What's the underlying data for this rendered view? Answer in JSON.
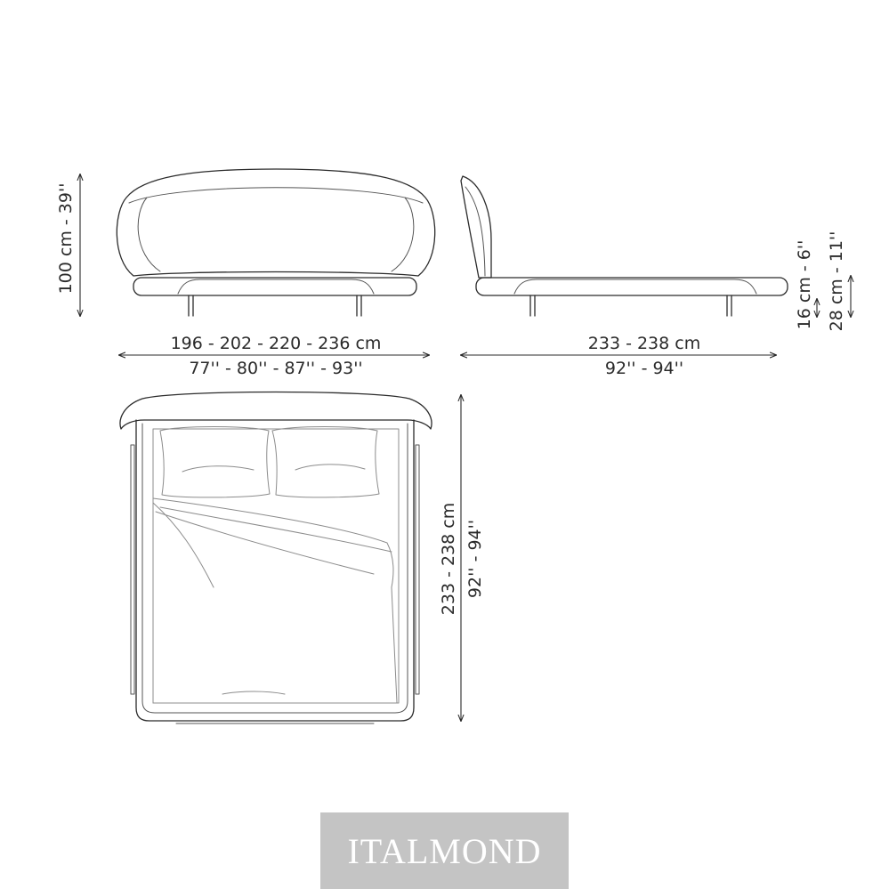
{
  "front_view": {
    "width_cm": "196 - 202 - 220 - 236 cm",
    "width_in": "77'' - 80'' - 87'' - 93''",
    "height": "100 cm - 39''"
  },
  "side_view": {
    "length_cm": "233 - 238 cm",
    "length_in": "92'' - 94''",
    "frame_height": "16 cm - 6''",
    "total_height": "28 cm - 11''"
  },
  "top_view": {
    "length_cm": "233 - 238 cm",
    "length_in": "92'' - 94''"
  },
  "brand": {
    "logo": "ITALMOND"
  }
}
